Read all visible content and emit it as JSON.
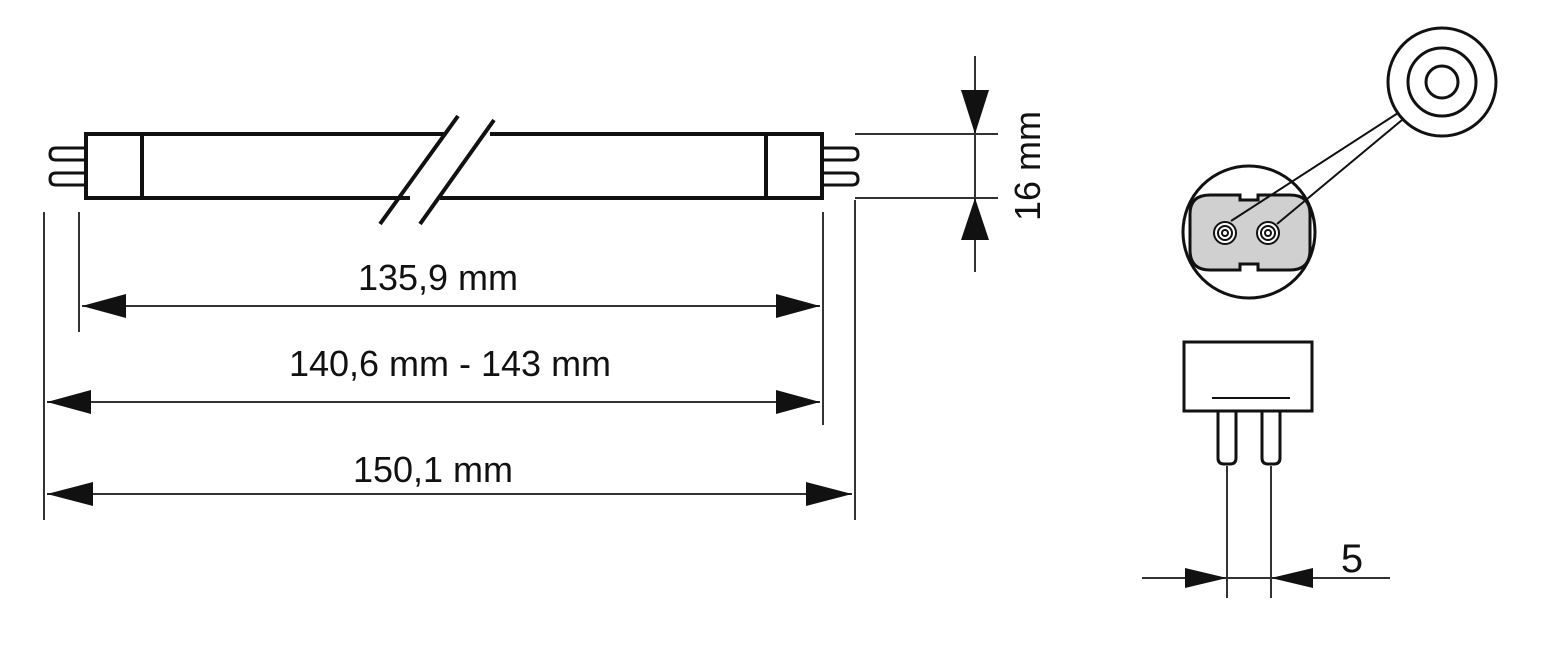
{
  "dimensions": {
    "length_a": "135,9 mm",
    "length_b": "140,6 mm - 143 mm",
    "length_c": "150,1 mm",
    "diameter": "16 mm",
    "pin_spacing": "5"
  },
  "colors": {
    "line": "#111111",
    "thin_line": "#333333",
    "background": "#ffffff",
    "socket_face": "#d0d0d0"
  }
}
